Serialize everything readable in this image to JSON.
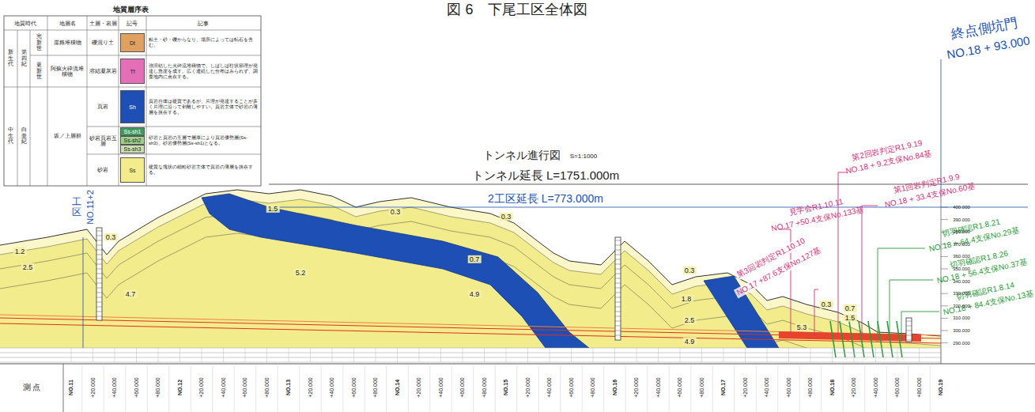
{
  "diagram": {
    "title": "図 6　下尾工区全体図",
    "labels": [
      "地質層序表",
      "地質時代",
      "地層名",
      "土層・岩層",
      "記号",
      "記事",
      "新生代",
      "第四紀",
      "完新世",
      "更新世",
      "崖錐堆積物",
      "阿蘇火砕流堆積物",
      "礫混り土",
      "溶結凝灰岩",
      "粘土・砂・礫からなり、場所によっては転石を含む。",
      "強溶結した火砕流堆積物で、しばしば柱状節理が発達し急崖を成す。広く連続した分布はみられず、調査地内に点在する。",
      "中生代",
      "白亜紀",
      "坂ノ上層群",
      "頁岩",
      "砂岩頁岩互層",
      "砂岩",
      "頁岩自体は硬質であるが、片理が発達することが多く片理に沿って剥離しやすい。頁岩主体で砂岩の薄層を挟在する。",
      "砂岩と頁岩の互層で層厚により頁岩優勢層(Ss-sh3)、砂岩優勢層(Ss-sh1)となる。",
      "硬質な塊状の細粒砂岩主体で頁岩の薄層を挟在する。",
      "トンネル進行図",
      "S=1:1000",
      "トンネル延長 L=1751.000m",
      "2工区延長 L=773.000m",
      "工区",
      "NO.11+2",
      "終点側坑門",
      "NO.18 + 93.000",
      "第2回岩判定R1.9.19",
      "NO.18 + 9.2支保No.84基",
      "見学会R1.10.11",
      "NO.17 +50.4支保No.133基",
      "第1回岩判定R1.9.9",
      "NO.18 + 33.4支保No.60基",
      "第3回岩判定R1.10.10",
      "NO.17 +87.6支保No.127基",
      "切羽確認R1.8.21",
      "NO.18 + 64.4支保No.29基",
      "切羽確認R1.8.26",
      "NO.18 + 56.4支保No.37基",
      "切羽確認R1.8.14",
      "NO.18 + 84.4支保No.13基",
      "0.3",
      "1.2",
      "2.5",
      "4.7",
      "1.5",
      "5.2",
      "0.3",
      "0.3",
      "0.7",
      "4.9",
      "0.3",
      "1.8",
      "2.5",
      "4.9",
      "0.3",
      "0.7",
      "1.5",
      "5.3",
      "測 点",
      "NO.11",
      "+20.000",
      "+40.000",
      "+60.000",
      "+80.000",
      "NO.12",
      "+20.000",
      "+40.000",
      "+60.000",
      "+80.000",
      "NO.13",
      "+20.000",
      "+40.000",
      "+60.000",
      "+80.000",
      "NO.14",
      "+20.000",
      "+40.000",
      "+60.000",
      "+80.000",
      "NO.15",
      "+20.000",
      "+40.000",
      "+60.000",
      "+80.000",
      "NO.16",
      "+20.000",
      "+40.000",
      "+60.000",
      "+80.000",
      "NO.17",
      "+20.000",
      "+40.000",
      "+60.000",
      "+80.000",
      "NO.18",
      "+20.000",
      "+40.000",
      "+60.000",
      "+80.000",
      "NO.19",
      "400.000",
      "390.000",
      "380.000",
      "370.000",
      "360.000",
      "350.000",
      "340.000",
      "330.000",
      "320.000",
      "310.000",
      "300.000",
      "290.000"
    ],
    "legend": [
      {
        "text": "Dt",
        "color": "#e0a060"
      },
      {
        "text": "Tf",
        "color": "#e46fb8"
      },
      {
        "text": "Sh",
        "color": "#1d4fb5"
      },
      {
        "text": "Ss-sh1",
        "color": "#3f9b5f"
      },
      {
        "text": "Ss-sh2",
        "color": "#9fd08a"
      },
      {
        "text": "Ss-sh3",
        "color": "#c8e0b0"
      },
      {
        "text": "Ss",
        "color": "#f2ec8c"
      }
    ]
  }
}
